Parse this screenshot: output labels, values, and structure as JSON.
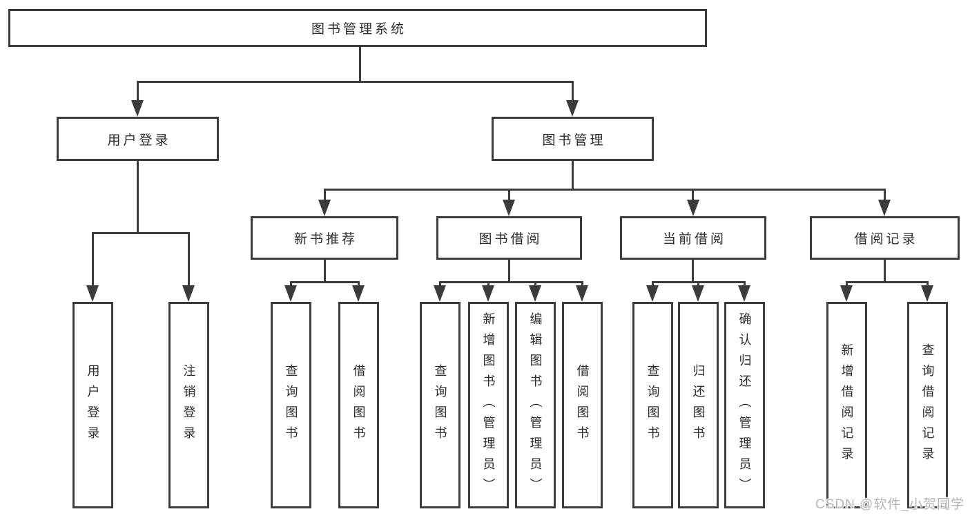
{
  "diagram": {
    "type": "hierarchy-tree",
    "root": {
      "label": "图书管理系统"
    },
    "level2": [
      {
        "label": "用户登录"
      },
      {
        "label": "图书管理"
      }
    ],
    "level3": [
      {
        "label": "新书推荐",
        "parent": "图书管理"
      },
      {
        "label": "图书借阅",
        "parent": "图书管理"
      },
      {
        "label": "当前借阅",
        "parent": "图书管理"
      },
      {
        "label": "借阅记录",
        "parent": "图书管理"
      }
    ],
    "leaves": [
      {
        "label": "用户登录",
        "parent": "用户登录"
      },
      {
        "label": "注销登录",
        "parent": "用户登录"
      },
      {
        "label": "查询图书",
        "parent": "新书推荐"
      },
      {
        "label": "借阅图书",
        "parent": "新书推荐"
      },
      {
        "label": "查询图书",
        "parent": "图书借阅"
      },
      {
        "label": "新增图书（管理员）",
        "parent": "图书借阅"
      },
      {
        "label": "编辑图书（管理员）",
        "parent": "图书借阅"
      },
      {
        "label": "借阅图书",
        "parent": "图书借阅"
      },
      {
        "label": "查询图书",
        "parent": "当前借阅"
      },
      {
        "label": "归还图书",
        "parent": "当前借阅"
      },
      {
        "label": "确认归还（管理员）",
        "parent": "当前借阅"
      },
      {
        "label": "新增借阅记录",
        "parent": "借阅记录"
      },
      {
        "label": "查询借阅记录",
        "parent": "借阅记录"
      }
    ]
  },
  "watermark": {
    "text": "CSDN @软件_小贺同学"
  },
  "colors": {
    "line": "#3b3b3b",
    "text": "#2d2d2d",
    "watermark": "#b5b5b5",
    "background": "#ffffff"
  }
}
